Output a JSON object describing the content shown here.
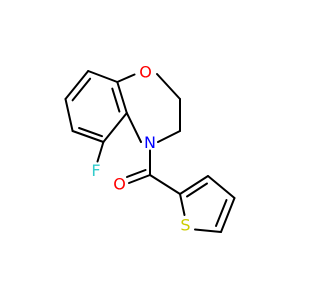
{
  "molecule": {
    "atoms": {
      "oxygen_ring": {
        "label": "O",
        "color": "#ff0000"
      },
      "nitrogen": {
        "label": "N",
        "color": "#0000ff"
      },
      "fluorine": {
        "label": "F",
        "color": "#33cccc"
      },
      "oxygen_carbonyl": {
        "label": "O",
        "color": "#ff0000"
      },
      "sulfur": {
        "label": "S",
        "color": "#cccc00"
      }
    }
  }
}
